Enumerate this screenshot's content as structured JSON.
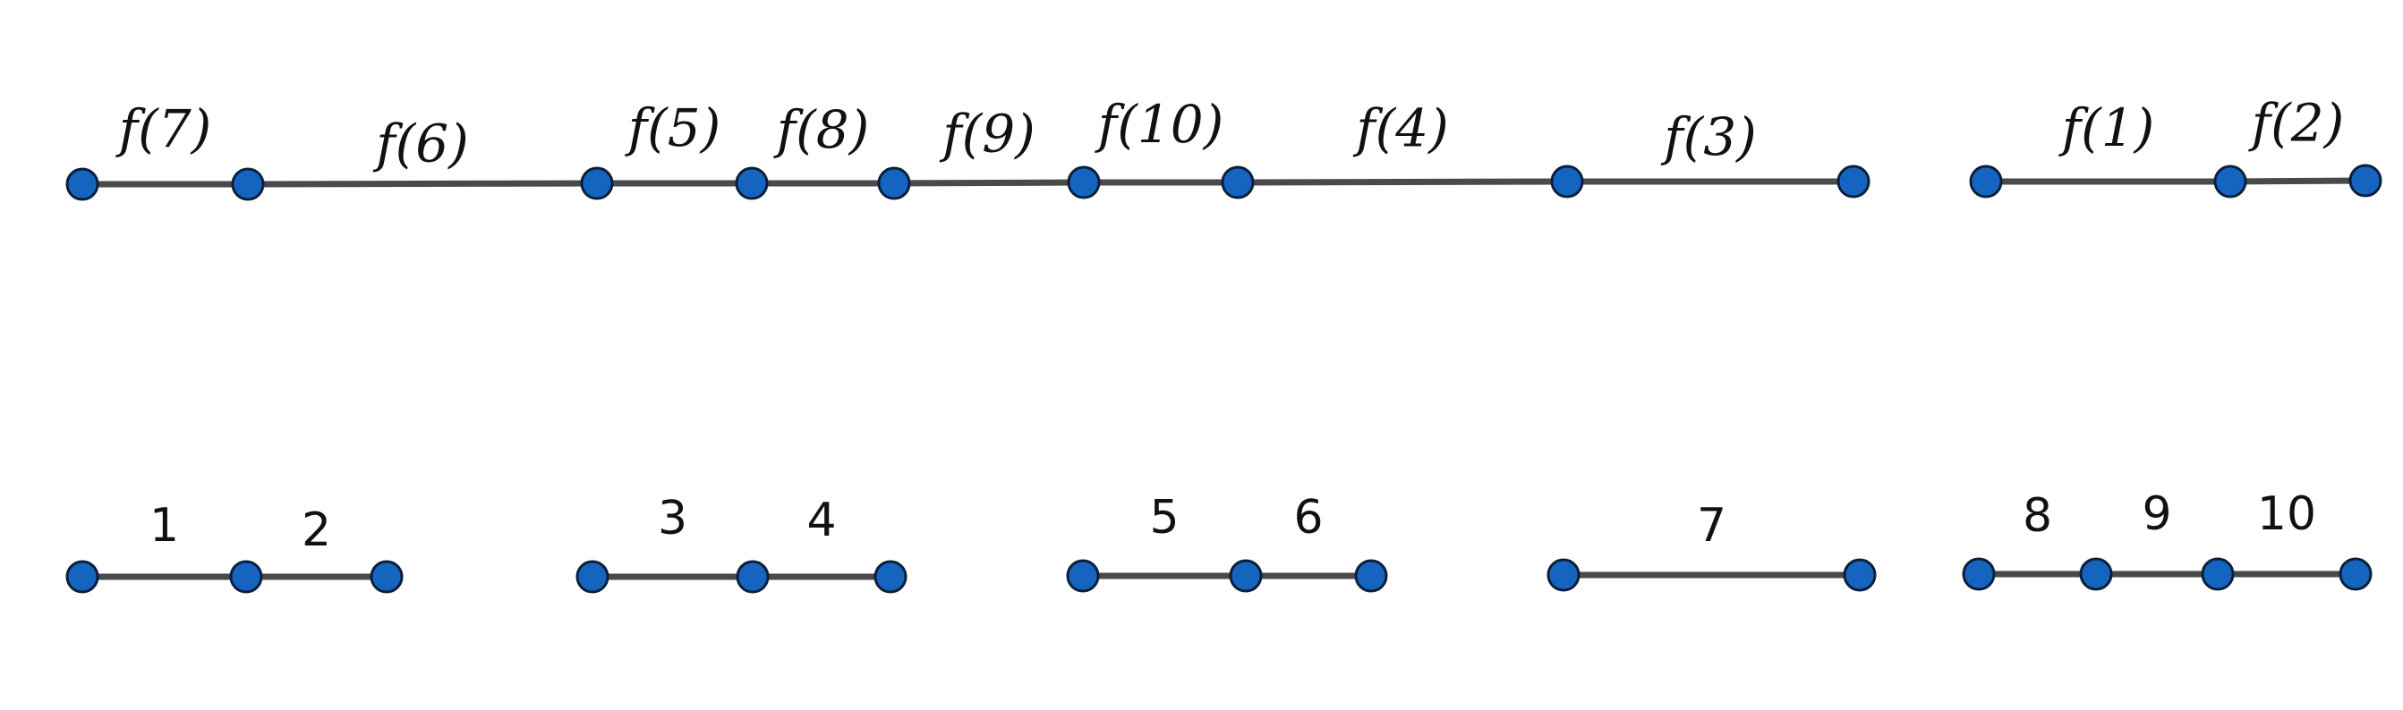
{
  "top_row": {
    "components": [
      {
        "edges": [
          {
            "label": "f(7)",
            "arg": "7"
          },
          {
            "label": "f(6)",
            "arg": "6"
          },
          {
            "label": "f(5)",
            "arg": "5"
          },
          {
            "label": "f(8)",
            "arg": "8"
          },
          {
            "label": "f(9)",
            "arg": "9"
          },
          {
            "label": "f(10)",
            "arg": "10"
          },
          {
            "label": "f(4)",
            "arg": "4"
          },
          {
            "label": "f(3)",
            "arg": "3"
          }
        ]
      },
      {
        "edges": [
          {
            "label": "f(1)",
            "arg": "1"
          },
          {
            "label": "f(2)",
            "arg": "2"
          }
        ]
      }
    ]
  },
  "bottom_row": {
    "components": [
      {
        "edges": [
          {
            "label": "1"
          },
          {
            "label": "2"
          }
        ]
      },
      {
        "edges": [
          {
            "label": "3"
          },
          {
            "label": "4"
          }
        ]
      },
      {
        "edges": [
          {
            "label": "5"
          },
          {
            "label": "6"
          }
        ]
      },
      {
        "edges": [
          {
            "label": "7"
          }
        ]
      },
      {
        "edges": [
          {
            "label": "8"
          },
          {
            "label": "9"
          },
          {
            "label": "10"
          }
        ]
      }
    ]
  },
  "colors": {
    "node_fill": "#1565c0",
    "node_stroke": "#0b1f3a",
    "edge": "#4a4a4a"
  }
}
